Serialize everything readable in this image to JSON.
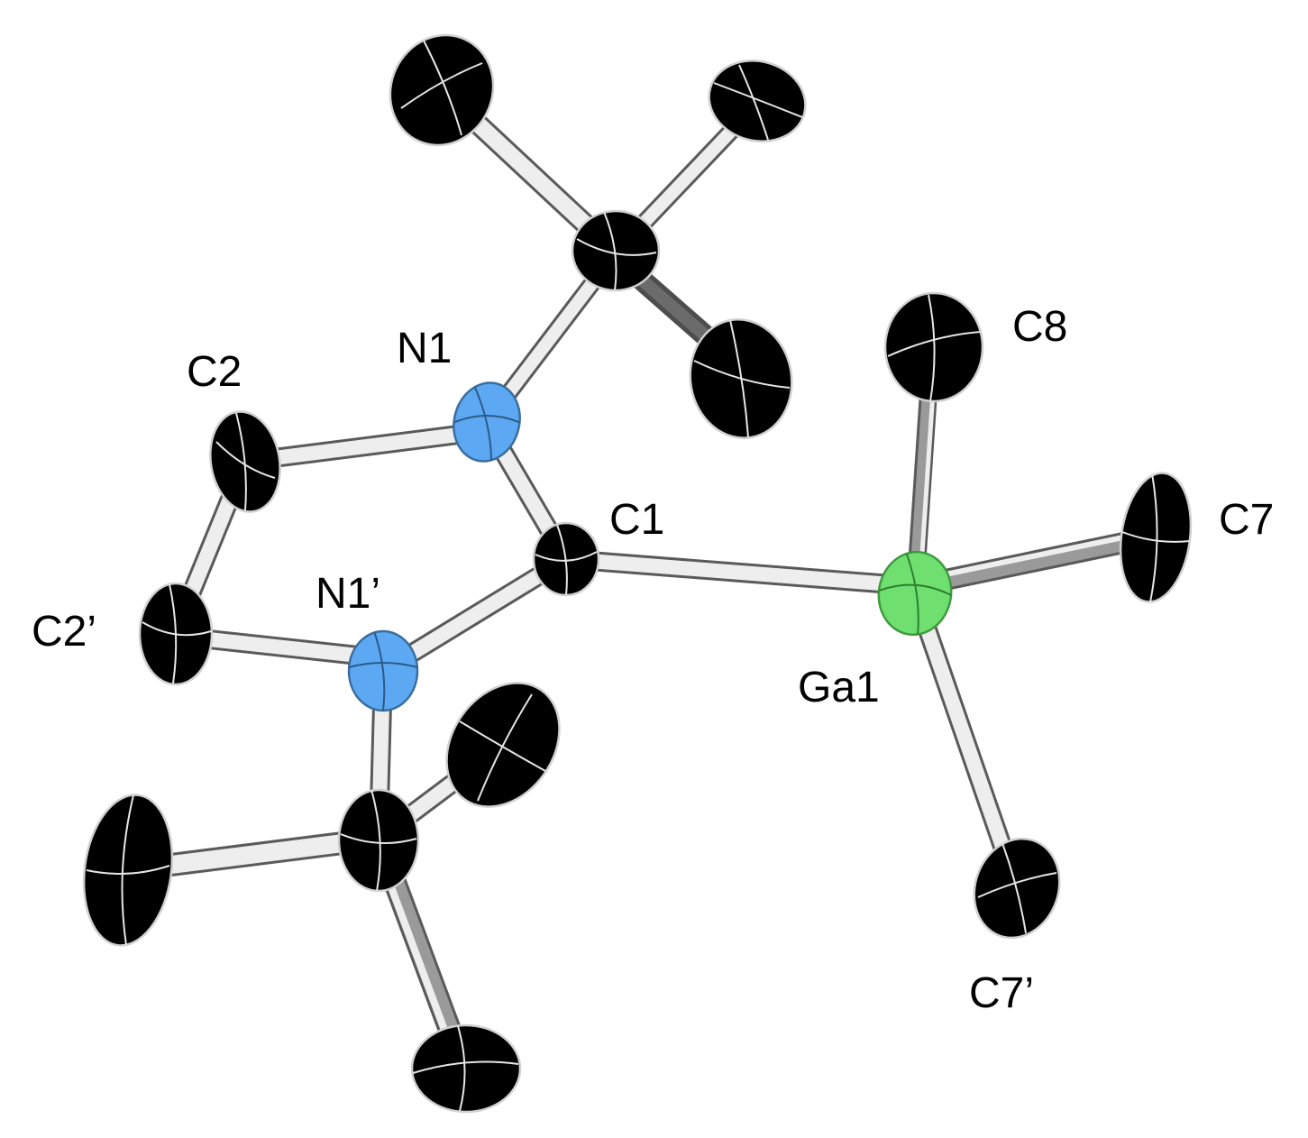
{
  "figure": {
    "atoms": [
      {
        "id": "N1",
        "label": "N1",
        "element": "N",
        "color": "#5ca8f2"
      },
      {
        "id": "N1p",
        "label": "N1’",
        "element": "N",
        "color": "#5ca8f2"
      },
      {
        "id": "C1",
        "label": "C1",
        "element": "C",
        "color": "#000000"
      },
      {
        "id": "C2",
        "label": "C2",
        "element": "C",
        "color": "#000000"
      },
      {
        "id": "C2p",
        "label": "C2’",
        "element": "C",
        "color": "#000000"
      },
      {
        "id": "Ga1",
        "label": "Ga1",
        "element": "Ga",
        "color": "#6fe06f"
      },
      {
        "id": "C7",
        "label": "C7",
        "element": "C",
        "color": "#000000"
      },
      {
        "id": "C7p",
        "label": "C7’",
        "element": "C",
        "color": "#000000"
      },
      {
        "id": "C8",
        "label": "C8",
        "element": "C",
        "color": "#000000"
      },
      {
        "id": "Ct1",
        "label": "",
        "element": "C",
        "color": "#000000"
      },
      {
        "id": "Cm1",
        "label": "",
        "element": "C",
        "color": "#000000"
      },
      {
        "id": "Cm2",
        "label": "",
        "element": "C",
        "color": "#000000"
      },
      {
        "id": "Cm3",
        "label": "",
        "element": "C",
        "color": "#000000"
      },
      {
        "id": "Ct2",
        "label": "",
        "element": "C",
        "color": "#000000"
      },
      {
        "id": "Cm4",
        "label": "",
        "element": "C",
        "color": "#000000"
      },
      {
        "id": "Cm5",
        "label": "",
        "element": "C",
        "color": "#000000"
      },
      {
        "id": "Cm6",
        "label": "",
        "element": "C",
        "color": "#000000"
      }
    ],
    "bonds": [
      [
        "N1",
        "C2"
      ],
      [
        "C2",
        "C2p"
      ],
      [
        "C2p",
        "N1p"
      ],
      [
        "N1p",
        "C1"
      ],
      [
        "C1",
        "N1"
      ],
      [
        "C1",
        "Ga1"
      ],
      [
        "Ga1",
        "C8"
      ],
      [
        "Ga1",
        "C7"
      ],
      [
        "Ga1",
        "C7p"
      ],
      [
        "N1",
        "Ct1"
      ],
      [
        "Ct1",
        "Cm1"
      ],
      [
        "Ct1",
        "Cm2"
      ],
      [
        "Ct1",
        "Cm3"
      ],
      [
        "N1p",
        "Ct2"
      ],
      [
        "Ct2",
        "Cm4"
      ],
      [
        "Ct2",
        "Cm5"
      ],
      [
        "Ct2",
        "Cm6"
      ]
    ],
    "colors": {
      "carbon": "#000000",
      "nitrogen": "#5ca8f2",
      "gallium": "#6fe06f",
      "bond": "#eeeeee",
      "label": "#000000",
      "background": "#ffffff"
    }
  }
}
